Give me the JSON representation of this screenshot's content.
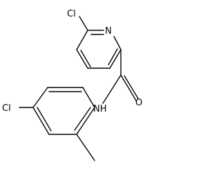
{
  "molecule": {
    "atoms": {
      "cl_pyridine": "Cl",
      "n_pyridine": "N",
      "o_carbonyl": "O",
      "nh_amide": "NH",
      "cl_phenyl": "Cl"
    }
  },
  "colors": {
    "bond": "#000000",
    "label": "#000000",
    "background": "#ffffff"
  }
}
